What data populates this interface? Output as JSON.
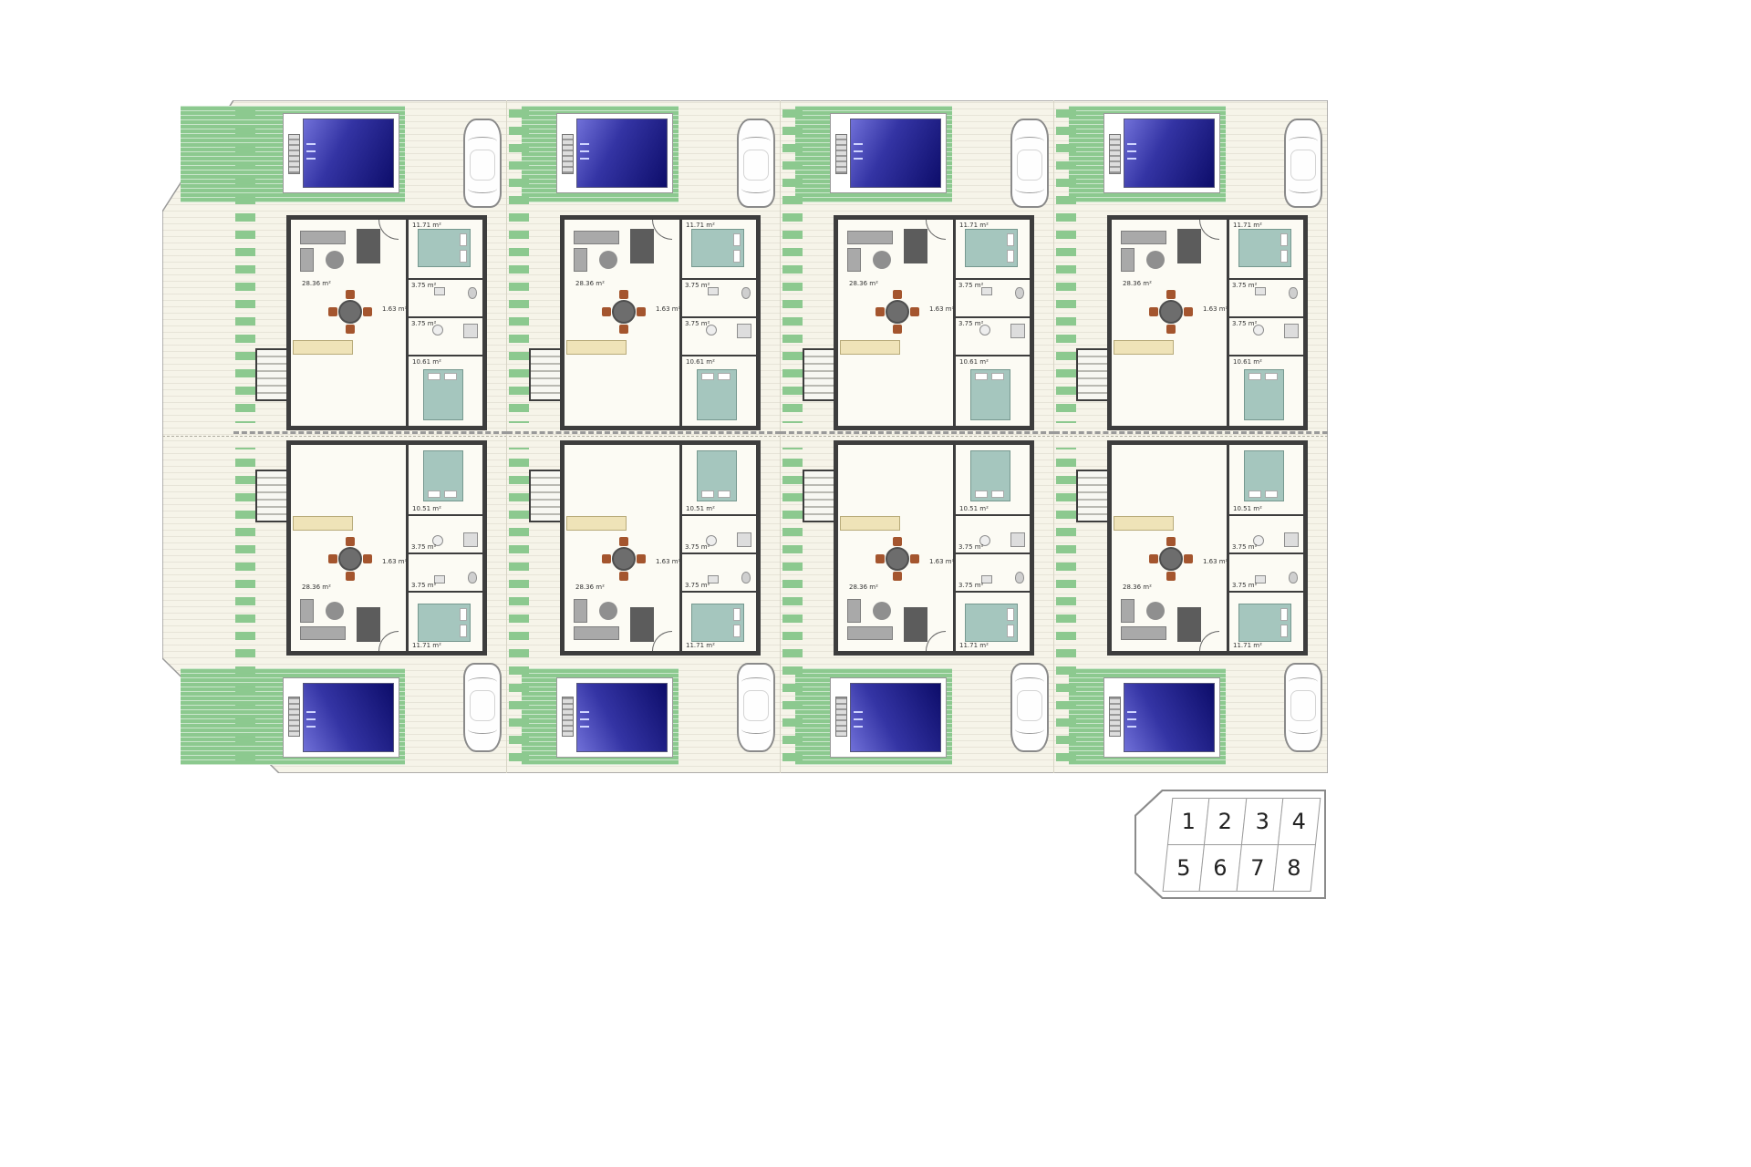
{
  "plan": {
    "unit_count": 8,
    "unit_labels": {
      "living": "28.36 m²",
      "bedroom_1": "11.71 m²",
      "bedroom_2": "10.61 m²",
      "bedroom_2_alt": "10.51 m²",
      "bathroom_1": "3.75 m²",
      "bathroom_2": "3.75 m²",
      "hall": "1.63 m²"
    }
  },
  "key_plan": {
    "rows": [
      [
        "1",
        "2",
        "3",
        "4"
      ],
      [
        "5",
        "6",
        "7",
        "8"
      ]
    ]
  },
  "colors": {
    "pool_blue": "#16167e",
    "garden_green": "#8cc98f",
    "wall": "#3d3d3d",
    "bed_teal": "#a5c6be",
    "ground": "#f6f4e9"
  }
}
